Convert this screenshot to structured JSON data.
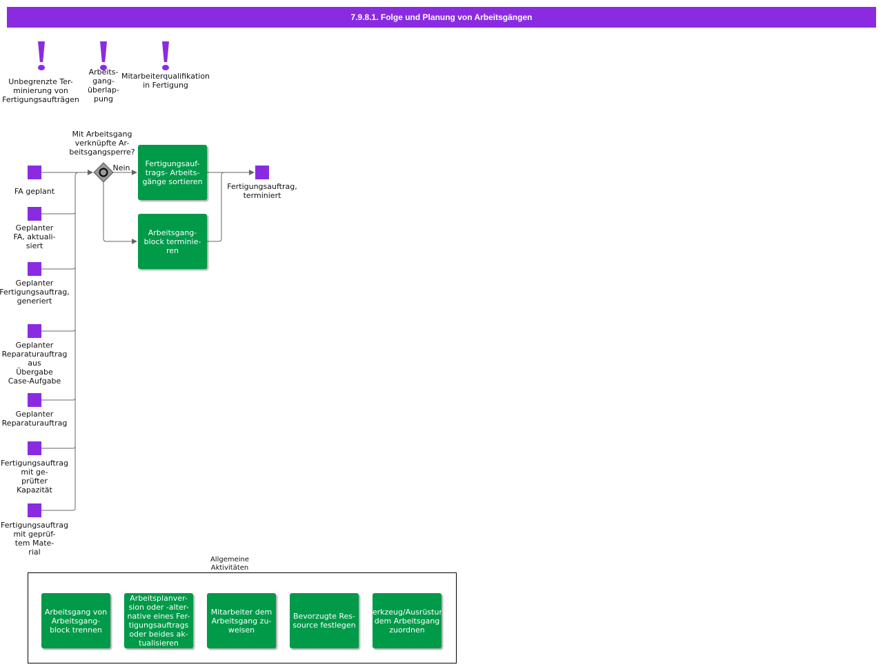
{
  "title": "7.9.8.1. Folge und Planung von Arbeitsgängen",
  "colors": {
    "title_bar": "#8a2be2",
    "event": "#8a2be2",
    "activity": "#009a49",
    "gateway": "#999999",
    "connector": "#666666"
  },
  "notes": [
    "Unbegrenzte Ter-\nminierung von\nFertigungsaufträgen",
    "Arbeits-\ngang-\nüberlap-\npung",
    "Mitarbeiterqualifikation\nin Fertigung"
  ],
  "start_events": [
    "FA geplant",
    "Geplanter\nFA, aktuali-\nsiert",
    "Geplanter\nFertigungsauftrag,\ngeneriert",
    "Geplanter\nReparaturauftrag\naus\nÜbergabe\nCase-Aufgabe",
    "Geplanter\nReparaturauftrag",
    "Fertigungsauftrag\nmit ge-\nprüfter\nKapazität",
    "Fertigungsauftrag\nmit geprüf-\ntem Mate-\nrial"
  ],
  "gateway": {
    "question": "Mit Arbeitsgang\nverknüpfte Ar-\nbeitsgangsperre?",
    "branch_label": "Nein",
    "icon": "gateway-diamond-icon"
  },
  "activities": {
    "sort": "Fertigungsauf-\ntrags- Arbeits-\ngänge sortieren",
    "block": "Arbeitsgang-\nblock terminie-\nren"
  },
  "end_event": "Fertigungsauftrag,\nterminiert",
  "general": {
    "label": "Allgemeine\nAktivitäten",
    "activities": [
      "Arbeitsgang von\nArbeitsgang-\nblock trennen",
      "Arbeitsplanver-\nsion oder -alter-\nnative eines Fer-\ntigungsauftrags\noder beides ak-\ntualisieren",
      "Mitarbeiter dem\nArbeitsgang zu-\nweisen",
      "Bevorzugte Res-\nsource festlegen",
      "Werkzeug/Ausrüstung\ndem Arbeitsgang\nzuordnen"
    ]
  }
}
